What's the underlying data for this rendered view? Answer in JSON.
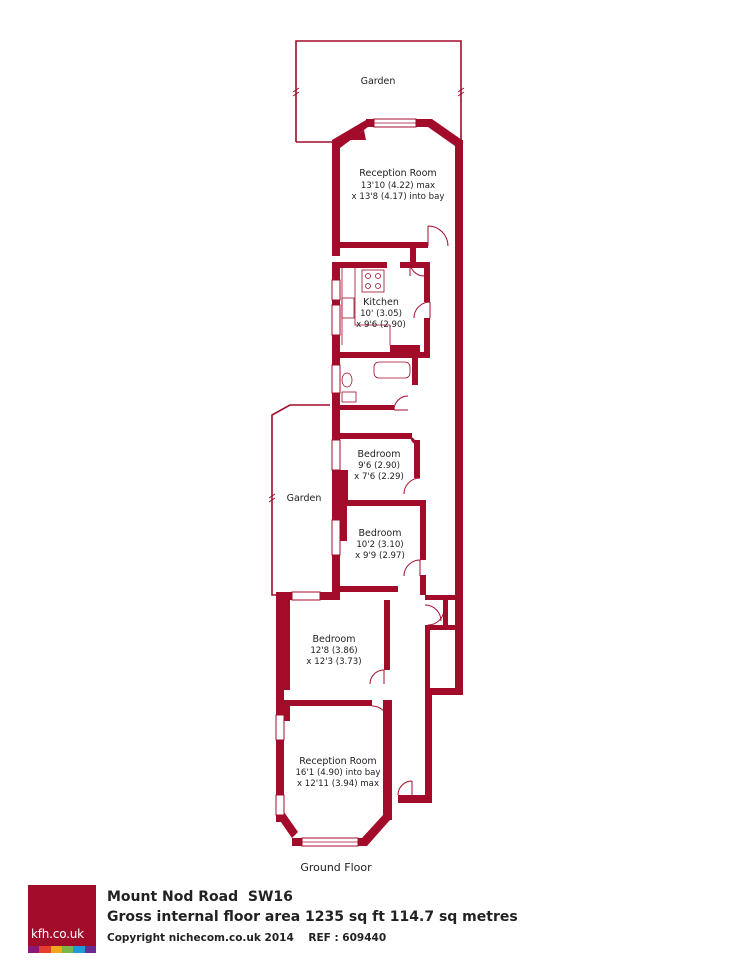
{
  "plan": {
    "floor_label": "Ground Floor",
    "wall_color": "#a30b2b",
    "rooms": {
      "garden_top": {
        "name": "Garden"
      },
      "reception_rear": {
        "name": "Reception Room",
        "dim1": "13'10 (4.22) max",
        "dim2": "x 13'8 (4.17) into bay"
      },
      "kitchen": {
        "name": "Kitchen",
        "dim1": "10' (3.05)",
        "dim2": "x 9'6 (2.90)"
      },
      "bedroom_small": {
        "name": "Bedroom",
        "dim1": "9'6 (2.90)",
        "dim2": "x 7'6 (2.29)"
      },
      "garden_side": {
        "name": "Garden"
      },
      "bedroom_mid": {
        "name": "Bedroom",
        "dim1": "10'2 (3.10)",
        "dim2": "x 9'9 (2.97)"
      },
      "bedroom_front": {
        "name": "Bedroom",
        "dim1": "12'8 (3.86)",
        "dim2": "x 12'3 (3.73)"
      },
      "reception_front": {
        "name": "Reception Room",
        "dim1": "16'1 (4.90) into bay",
        "dim2": "x 12'11 (3.94) max"
      }
    }
  },
  "footer": {
    "logo_text": "kfh.co.uk",
    "logo_bar_colors": [
      "#8a1a7a",
      "#e63d2f",
      "#f4a51c",
      "#7ab648",
      "#1f9ad6",
      "#6a2c91"
    ],
    "title": "Mount Nod Road  SW16",
    "area": "Gross internal floor area 1235 sq ft 114.7 sq metres",
    "copyright": "Copyright nichecom.co.uk 2014    REF : 609440"
  }
}
